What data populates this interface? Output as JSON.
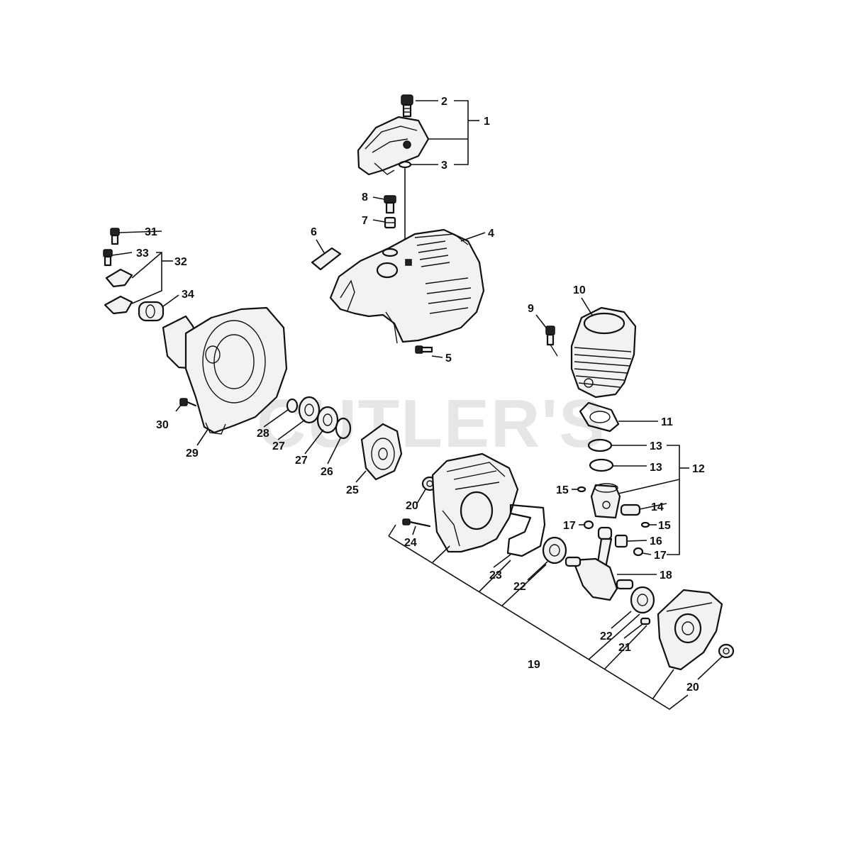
{
  "watermark": "CUTLER'S",
  "callouts": [
    "1",
    "2",
    "3",
    "4",
    "5",
    "6",
    "7",
    "8",
    "9",
    "10",
    "11",
    "12",
    "13",
    "14",
    "15",
    "16",
    "17",
    "18",
    "19",
    "20",
    "21",
    "22",
    "23",
    "24",
    "25",
    "26",
    "27",
    "28",
    "29",
    "30",
    "31",
    "32",
    "33",
    "34"
  ],
  "labels": {
    "n1": "1",
    "n2": "2",
    "n3": "3",
    "n4": "4",
    "n5": "5",
    "n6": "6",
    "n7": "7",
    "n8": "8",
    "n9": "9",
    "n10": "10",
    "n11": "11",
    "n12": "12",
    "n13a": "13",
    "n13b": "13",
    "n14": "14",
    "n15a": "15",
    "n15b": "15",
    "n16": "16",
    "n17a": "17",
    "n17b": "17",
    "n18": "18",
    "n19": "19",
    "n20a": "20",
    "n20b": "20",
    "n21": "21",
    "n22a": "22",
    "n22b": "22",
    "n23": "23",
    "n24": "24",
    "n25": "25",
    "n26": "26",
    "n27a": "27",
    "n27b": "27",
    "n28": "28",
    "n29": "29",
    "n30": "30",
    "n31": "31",
    "n32": "32",
    "n33": "33",
    "n34": "34"
  }
}
